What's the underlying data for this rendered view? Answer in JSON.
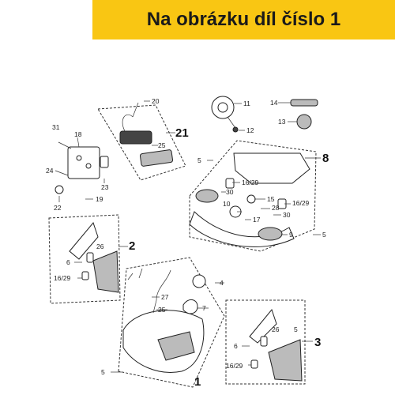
{
  "banner": {
    "text": "Na obrázku díl číslo 1",
    "background": "#f9c613"
  },
  "assemblies": {
    "a1": "1",
    "a2": "2",
    "a3": "3",
    "a8": "8",
    "a21": "21"
  },
  "labels": {
    "l20": "20",
    "l11": "11",
    "l14": "14",
    "l13": "13",
    "l12": "12",
    "l31": "31",
    "l18": "18",
    "l25a": "25",
    "l5a": "5",
    "l24": "24",
    "l23": "23",
    "l22": "22",
    "l19": "19",
    "l16a": "16/29",
    "l30a": "30",
    "l10": "10",
    "l15": "15",
    "l28": "28",
    "l16b": "16/29",
    "l17": "17",
    "l30b": "30",
    "l9": "9",
    "l5b": "5",
    "l5c": "5",
    "l6a": "6",
    "l26a": "26",
    "l16c": "16/29",
    "l4": "4",
    "l27": "27",
    "l25b": "25",
    "l7": "7",
    "l26b": "26",
    "l6b": "6",
    "l16d": "16/29",
    "l5d": "5"
  }
}
